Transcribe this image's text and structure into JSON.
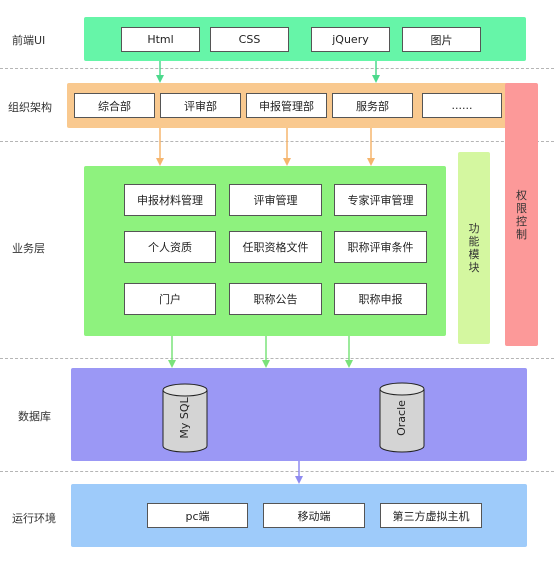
{
  "layers": {
    "frontend": {
      "label": "前端UI",
      "items": [
        "Html",
        "CSS",
        "jQuery",
        "图片"
      ],
      "color": "#66f5a8"
    },
    "org": {
      "label": "组织架构",
      "items": [
        "综合部",
        "评审部",
        "申报管理部",
        "服务部",
        "......"
      ],
      "color": "#f9c98f"
    },
    "business": {
      "label": "业务层",
      "items": [
        "申报材料管理",
        "评审管理",
        "专家评审管理",
        "个人资质",
        "任职资格文件",
        "职称评审条件",
        "门户",
        "职称公告",
        "职称申报"
      ],
      "color": "#8ef27e"
    },
    "database": {
      "label": "数据库",
      "items": [
        "My SQL",
        "Oracle"
      ],
      "color": "#9b98f5"
    },
    "runtime": {
      "label": "运行环境",
      "items": [
        "pc端",
        "移动端",
        "第三方虚拟主机"
      ],
      "color": "#9ecbfa"
    }
  },
  "side_panels": {
    "function_module": {
      "chars": [
        "功",
        "能",
        "模",
        "块"
      ],
      "color": "#d4f7a0"
    },
    "permission": {
      "chars": [
        "权",
        "限",
        "控",
        "制"
      ],
      "color": "#fc9999"
    }
  }
}
